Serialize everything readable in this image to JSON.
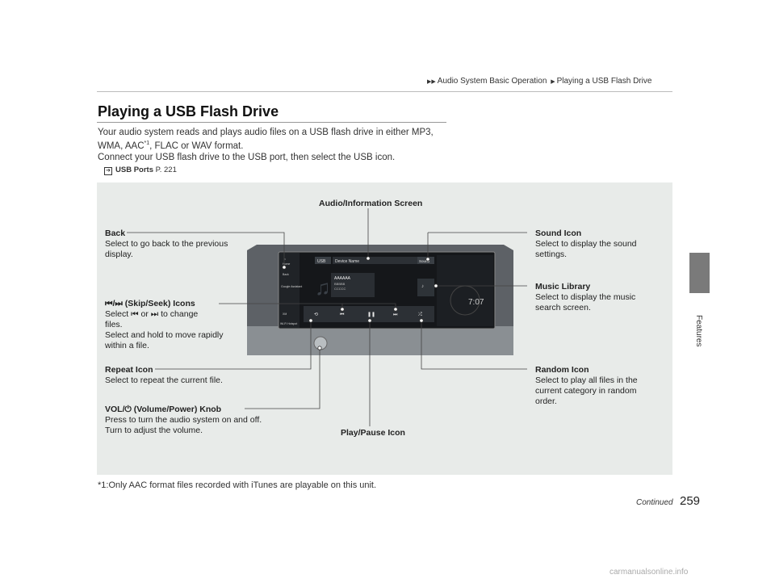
{
  "breadcrumb": {
    "parent": "Audio System Basic Operation",
    "current": "Playing a USB Flash Drive"
  },
  "side_tab": "Features",
  "title": "Playing a USB Flash Drive",
  "paragraph": {
    "line1": "Your audio system reads and plays audio files on a USB flash drive in either MP3,",
    "line2_pre": "WMA, AAC",
    "line2_sup": "*1",
    "line2_post": ", FLAC or WAV format.",
    "line3": "Connect your USB flash drive to the USB port, then select the USB icon."
  },
  "reference": {
    "link": "USB Ports",
    "page": "P. 221"
  },
  "callouts": {
    "audio_screen": "Audio/Information Screen",
    "back": {
      "title": "Back",
      "line1": "Select to go back to the previous",
      "line2": "display."
    },
    "skip": {
      "title": "(Skip/Seek) Icons",
      "l1a": "Select",
      "l1b": "or",
      "l1c": "to change",
      "l2": "files.",
      "l3": "Select and hold to move rapidly",
      "l4": "within a file."
    },
    "repeat": {
      "title": "Repeat Icon",
      "line1": "Select to repeat the current file."
    },
    "vol": {
      "title_pre": "VOL/",
      "title_post": "(Volume/Power) Knob",
      "line1": "Press to turn the audio system on and off.",
      "line2": "Turn to adjust the volume."
    },
    "play_pause": "Play/Pause Icon",
    "sound": {
      "title": "Sound Icon",
      "line1": "Select to display the sound",
      "line2": "settings."
    },
    "music_library": {
      "title": "Music Library",
      "line1": "Select to display the music",
      "line2": "search screen."
    },
    "random": {
      "title": "Random Icon",
      "line1": "Select to play all files in the",
      "line2": "current category in random",
      "line3": "order."
    }
  },
  "screen": {
    "source_tab": "USB",
    "device_name": "Device Name",
    "sound_btn": "Sound",
    "track_line1": "AAAAAA",
    "track_line2": "BBBBB",
    "track_line3": "CCCCC",
    "clock": "7:07",
    "music_library_btn": "Music Library",
    "sidebar": [
      "Home",
      "Back",
      "Google Assistant",
      "",
      "",
      "XM",
      "Wi-Fi Hotspot"
    ]
  },
  "footnote": "*1:Only AAC format files recorded with iTunes are playable on this unit.",
  "continued": "Continued",
  "page_number": "259",
  "watermark": "carmanualsonline.info"
}
